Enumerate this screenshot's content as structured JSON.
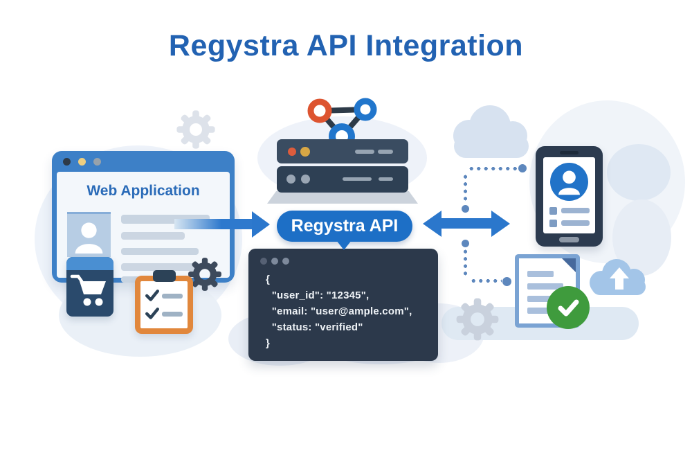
{
  "title": "Regystra API Integration",
  "web_app": {
    "title": "Web Application"
  },
  "api_label": "Regystra API",
  "code": {
    "lines": [
      "{",
      "  \"user_id\": \"12345\",",
      "  \"email: \"user@ample.com\",",
      "  \"status: \"verified\"",
      "}"
    ]
  },
  "icons": {
    "gear": "⚙",
    "checkmark": "✓",
    "shopping_cart": "🛒",
    "user_avatar": "👤",
    "cloud_upload": "☁",
    "document": "📄",
    "network_nodes": "⛓",
    "server_stack": "🖧"
  },
  "colors": {
    "title_blue": "#2262b2",
    "accent_blue": "#2b77cc",
    "pill_blue": "#1d6fc6",
    "navy": "#2c394b",
    "orange": "#e1873c",
    "node_orange": "#dd5430",
    "green": "#3f9b3d",
    "cloud_light": "#d8e3f1"
  }
}
